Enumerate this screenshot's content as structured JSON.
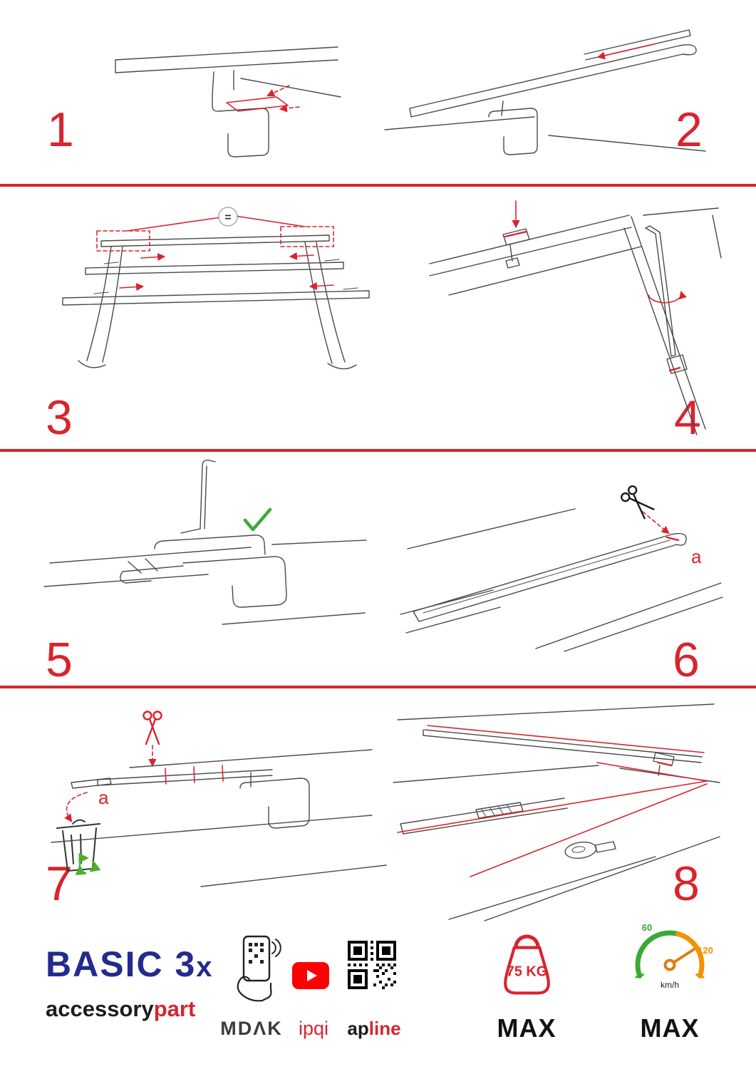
{
  "colors": {
    "accent_red": "#d8242e",
    "line_ink": "#4a4a4a",
    "check_green": "#3aaa35",
    "recycle_green": "#4caf2e",
    "brand_navy": "#232b8c",
    "youtube_red": "#ff0000",
    "gauge_green": "#3aaa35",
    "gauge_orange": "#f39200"
  },
  "steps": [
    {
      "n": "1"
    },
    {
      "n": "2"
    },
    {
      "n": "3"
    },
    {
      "n": "4"
    },
    {
      "n": "5"
    },
    {
      "n": "6"
    },
    {
      "n": "7"
    },
    {
      "n": "8"
    }
  ],
  "annotations": {
    "equals_badge": "=",
    "cut_label_step6": "a",
    "cut_label_step7": "a"
  },
  "footer": {
    "product_name": "BASIC 3",
    "product_qty": "x",
    "brand_first": "accessory",
    "brand_second": "part",
    "partner_phone": "MDΛK",
    "partner_video": "ipqi",
    "partner_qr_black": "ap",
    "partner_qr_red": "line",
    "weight_value": "75 KG",
    "weight_max": "MAX",
    "speed_low": "60",
    "speed_high": "120",
    "speed_unit": "km/h",
    "speed_max": "MAX"
  }
}
